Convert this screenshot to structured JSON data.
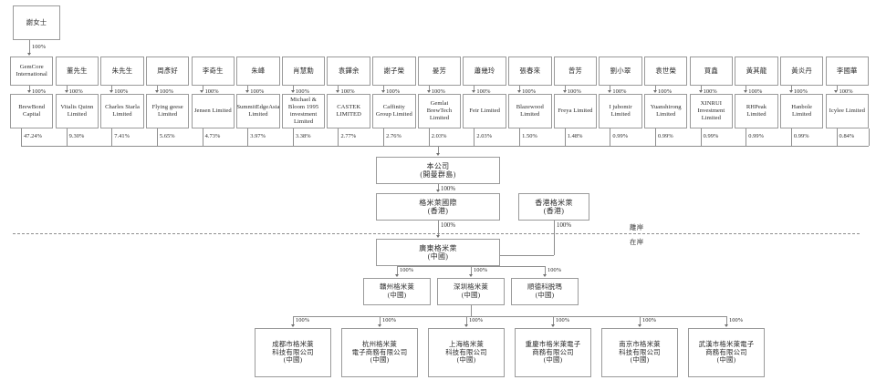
{
  "diagram": {
    "title": "Corporate shareholding structure chart",
    "accent_color": "#9a9a9a",
    "background": "#ffffff"
  },
  "ultimate_owner": {
    "name": "謝女士",
    "stake_to_gemcore": "100%"
  },
  "shareholders": [
    {
      "person": "謝女士",
      "person_is_owner": true,
      "holding_pct_to_vehicle": "100%",
      "vehicle": "GemCore\nInternational",
      "vehicle_lang": "en",
      "stake_in_company": "47.24%"
    },
    {
      "person": "董先生",
      "holding_pct_to_vehicle": "100%",
      "vehicle": "Vitalis Quinn\nLimited",
      "vehicle_lang": "en",
      "stake_in_company": "9.30%"
    },
    {
      "person": "朱先生",
      "holding_pct_to_vehicle": "100%",
      "vehicle": "Charles Starla\nLimited",
      "vehicle_lang": "en",
      "stake_in_company": "7.41%"
    },
    {
      "person": "周彥好",
      "holding_pct_to_vehicle": "100%",
      "vehicle": "Flying geese\nLimited",
      "vehicle_lang": "en",
      "stake_in_company": "5.65%"
    },
    {
      "person": "李奇生",
      "holding_pct_to_vehicle": "100%",
      "vehicle": "Jensen Limited",
      "vehicle_lang": "en",
      "stake_in_company": "4.73%"
    },
    {
      "person": "朱峰",
      "holding_pct_to_vehicle": "100%",
      "vehicle": "SummitEdgeAsia\nLimited",
      "vehicle_lang": "en",
      "stake_in_company": "3.97%"
    },
    {
      "person": "肖慧勳",
      "holding_pct_to_vehicle": "100%",
      "vehicle": "Michael &\nBloom 1995\ninvestment\nLimited",
      "vehicle_lang": "en",
      "stake_in_company": "3.38%"
    },
    {
      "person": "袁鏵余",
      "holding_pct_to_vehicle": "100%",
      "vehicle": "CASTEK\nLIMITED",
      "vehicle_lang": "en",
      "stake_in_company": "2.77%"
    },
    {
      "person": "謝子榮",
      "holding_pct_to_vehicle": "100%",
      "vehicle": "Caffinity\nGroup Limited",
      "vehicle_lang": "en",
      "stake_in_company": "2.76%"
    },
    {
      "person": "晏芳",
      "holding_pct_to_vehicle": "100%",
      "vehicle": "Gemlai\nBrewTech\nLimited",
      "vehicle_lang": "en",
      "stake_in_company": "2.03%"
    },
    {
      "person": "蕭幾玲",
      "holding_pct_to_vehicle": "100%",
      "vehicle": "Feir Limited",
      "vehicle_lang": "en",
      "stake_in_company": "2.03%"
    },
    {
      "person": "張春來",
      "holding_pct_to_vehicle": "100%",
      "vehicle": "Blazewood\nLimited",
      "vehicle_lang": "en",
      "stake_in_company": "1.50%"
    },
    {
      "person": "曾芳",
      "holding_pct_to_vehicle": "100%",
      "vehicle": "Freya Limited",
      "vehicle_lang": "en",
      "stake_in_company": "1.48%"
    },
    {
      "person": "劉小翠",
      "holding_pct_to_vehicle": "100%",
      "vehicle": "I jubomir\nLimited",
      "vehicle_lang": "en",
      "stake_in_company": "0.99%"
    },
    {
      "person": "袁世榮",
      "holding_pct_to_vehicle": "100%",
      "vehicle": "Yuanshirong\nLimited",
      "vehicle_lang": "en",
      "stake_in_company": "0.99%"
    },
    {
      "person": "買鑫",
      "holding_pct_to_vehicle": "100%",
      "vehicle": "XINRUI\nInvestment\nLimited",
      "vehicle_lang": "en",
      "stake_in_company": "0.99%"
    },
    {
      "person": "黃其龍",
      "holding_pct_to_vehicle": "100%",
      "vehicle": "RHPeak\nLimited",
      "vehicle_lang": "en",
      "stake_in_company": "0.99%"
    },
    {
      "person": "黃炎丹",
      "holding_pct_to_vehicle": "100%",
      "vehicle": "Hanbole\nLimited",
      "vehicle_lang": "en",
      "stake_in_company": "0.99%"
    },
    {
      "person": "李國華",
      "holding_pct_to_vehicle": "100%",
      "vehicle": "Icylee Limited",
      "vehicle_lang": "en",
      "stake_in_company": "0.84%"
    }
  ],
  "listco": {
    "name": "本公司\n(開曼群島)",
    "stake_to_hk_intl": "100%"
  },
  "hk_entities": [
    {
      "name": "格米萊國際\n(香港)",
      "stake_down": "100%"
    },
    {
      "name": "香港格米萊\n(香港)",
      "stake_down": "100%"
    }
  ],
  "shore_divider": {
    "offshore_label": "離岸",
    "onshore_label": "在岸"
  },
  "wfoe": {
    "name": "廣東格米萊\n(中國)"
  },
  "tier3_subsidiaries": [
    {
      "name": "贛州格米萊\n(中國)",
      "stake": "100%"
    },
    {
      "name": "深圳格米萊\n(中國)",
      "stake": "100%"
    },
    {
      "name": "順德科脱瑪\n(中國)",
      "stake": "100%"
    }
  ],
  "tier4_subsidiaries": [
    {
      "name": "成都市格米萊\n科技有限公司\n(中國)",
      "stake": "100%"
    },
    {
      "name": "杭州格米萊\n電子商務有限公司\n(中國)",
      "stake": "100%"
    },
    {
      "name": "上海格米萊\n科技有限公司\n(中國)",
      "stake": "100%"
    },
    {
      "name": "重慶市格米萊電子\n商務有限公司\n(中國)",
      "stake": "100%"
    },
    {
      "name": "南京市格米萊\n科技有限公司\n(中國)",
      "stake": "100%"
    },
    {
      "name": "武漢市格米萊電子\n商務有限公司\n(中國)",
      "stake": "100%"
    }
  ]
}
